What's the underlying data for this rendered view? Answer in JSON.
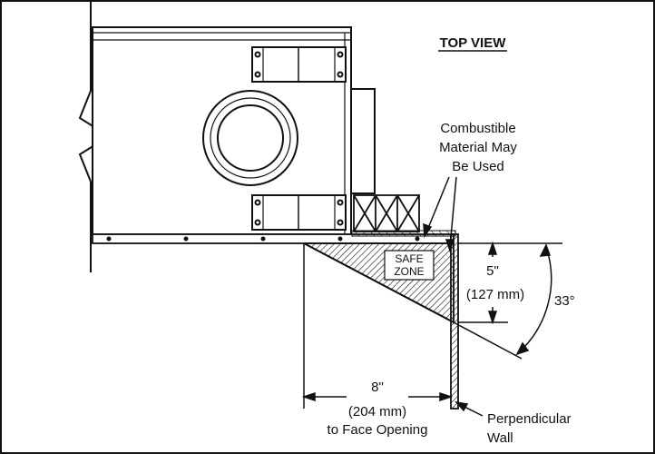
{
  "title": "TOP VIEW",
  "combustible_note": [
    "Combustible",
    "Material May",
    "Be Used"
  ],
  "safe_zone": [
    "SAFE",
    "ZONE"
  ],
  "vertical_dim": {
    "inches": "5\"",
    "mm": "(127 mm)"
  },
  "angle": "33°",
  "horizontal_dim": {
    "inches": "8\"",
    "mm": "(204 mm)",
    "note": "to Face Opening"
  },
  "wall_label": [
    "Perpendicular",
    "Wall"
  ],
  "colors": {
    "line": "#111111",
    "background": "#ffffff"
  }
}
